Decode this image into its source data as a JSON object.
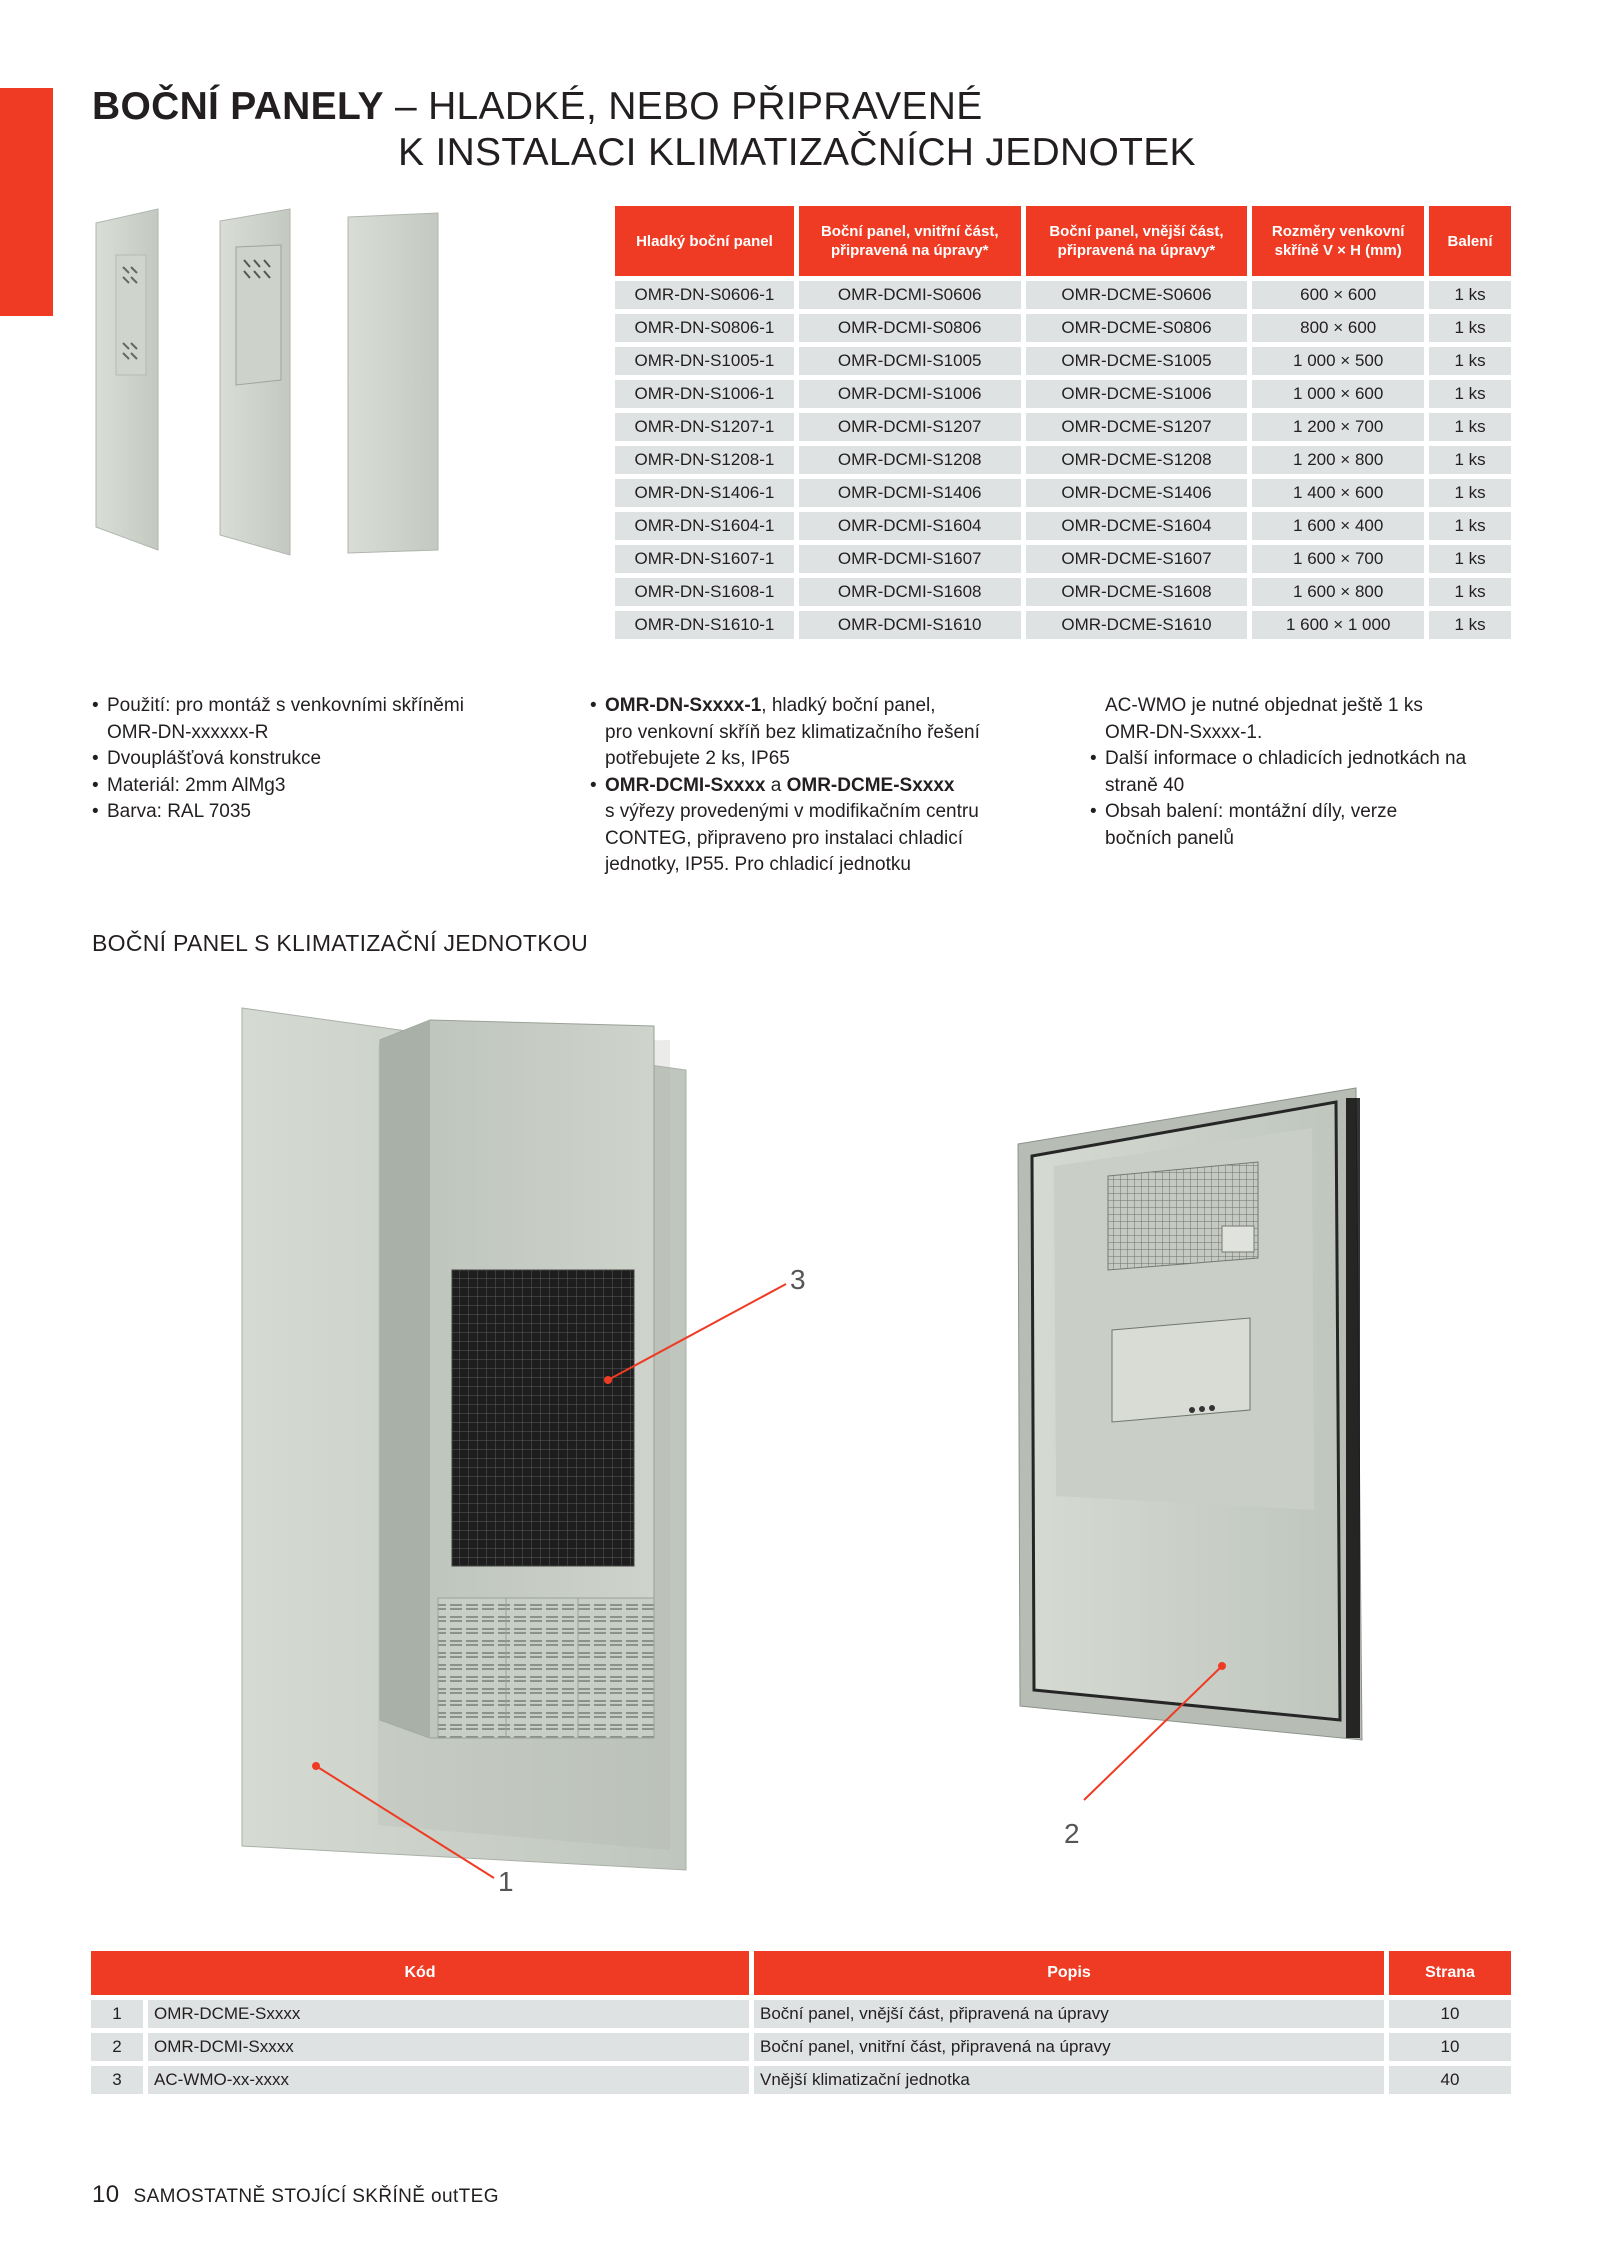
{
  "title": {
    "bold": "BOČNÍ PANELY",
    "rest": " – HLADKÉ, NEBO PŘIPRAVENÉ",
    "line2": "K INSTALACI KLIMATIZAČNÍCH JEDNOTEK"
  },
  "spec_table": {
    "headers": [
      "Hladký boční panel",
      "Boční panel, vnitřní část, připravená na úpravy*",
      "Boční panel, vnější část, připravená na úpravy*",
      "Rozměry venkovní skříně V × H (mm)",
      "Balení"
    ],
    "rows": [
      [
        "OMR-DN-S0606-1",
        "OMR-DCMI-S0606",
        "OMR-DCME-S0606",
        "600 × 600",
        "1 ks"
      ],
      [
        "OMR-DN-S0806-1",
        "OMR-DCMI-S0806",
        "OMR-DCME-S0806",
        "800 × 600",
        "1 ks"
      ],
      [
        "OMR-DN-S1005-1",
        "OMR-DCMI-S1005",
        "OMR-DCME-S1005",
        "1 000 × 500",
        "1 ks"
      ],
      [
        "OMR-DN-S1006-1",
        "OMR-DCMI-S1006",
        "OMR-DCME-S1006",
        "1 000 × 600",
        "1 ks"
      ],
      [
        "OMR-DN-S1207-1",
        "OMR-DCMI-S1207",
        "OMR-DCME-S1207",
        "1 200 × 700",
        "1 ks"
      ],
      [
        "OMR-DN-S1208-1",
        "OMR-DCMI-S1208",
        "OMR-DCME-S1208",
        "1 200 × 800",
        "1 ks"
      ],
      [
        "OMR-DN-S1406-1",
        "OMR-DCMI-S1406",
        "OMR-DCME-S1406",
        "1 400 × 600",
        "1 ks"
      ],
      [
        "OMR-DN-S1604-1",
        "OMR-DCMI-S1604",
        "OMR-DCME-S1604",
        "1 600 × 400",
        "1 ks"
      ],
      [
        "OMR-DN-S1607-1",
        "OMR-DCMI-S1607",
        "OMR-DCME-S1607",
        "1 600 × 700",
        "1 ks"
      ],
      [
        "OMR-DN-S1608-1",
        "OMR-DCMI-S1608",
        "OMR-DCME-S1608",
        "1 600 × 800",
        "1 ks"
      ],
      [
        "OMR-DN-S1610-1",
        "OMR-DCMI-S1610",
        "OMR-DCME-S1610",
        "1 600 × 1 000",
        "1 ks"
      ]
    ]
  },
  "bullets": {
    "col1": [
      {
        "text": "Použití: pro montáž s venkovními skříněmi"
      },
      {
        "text": "OMR-DN-xxxxxx-R"
      },
      {
        "text": "Dvouplášťová konstrukce"
      },
      {
        "text": "Materiál: 2mm AlMg3"
      },
      {
        "text": "Barva: RAL 7035"
      }
    ],
    "col2": {
      "b1_bold": "OMR-DN-Sxxxx-1",
      "b1_text": ", hladký boční panel,",
      "b1_l2": "pro venkovní skříň bez klimatizačního řešení",
      "b1_l3": "potřebujete 2 ks, IP65",
      "b2_bold1": "OMR-DCMI-Sxxxx",
      "b2_mid": " a ",
      "b2_bold2": "OMR-DCME-Sxxxx",
      "b2_l2": "s výřezy provedenými v modifikačním centru",
      "b2_l3": "CONTEG, připraveno pro instalaci chladicí",
      "b2_l4": "jednotky, IP55. Pro chladicí jednotku"
    },
    "col3": {
      "l1": "AC-WMO je nutné objednat ještě 1 ks",
      "l2": "OMR-DN-Sxxxx-1.",
      "b2": "Další informace o chladicích jednotkách na",
      "b2_l2": "straně 40",
      "b3": "Obsah balení: montážní díly, verze",
      "b3_l2": "bočních panelů"
    }
  },
  "section_title": "BOČNÍ PANEL S KLIMATIZAČNÍ JEDNOTKOU",
  "callouts": {
    "c1": "1",
    "c2": "2",
    "c3": "3"
  },
  "parts_table": {
    "headers": {
      "code": "Kód",
      "desc": "Popis",
      "page": "Strana"
    },
    "rows": [
      {
        "num": "1",
        "code": "OMR-DCME-Sxxxx",
        "desc": "Boční panel, vnější část, připravená na úpravy",
        "page": "10"
      },
      {
        "num": "2",
        "code": "OMR-DCMI-Sxxxx",
        "desc": "Boční panel, vnitřní část, připravená na úpravy",
        "page": "10"
      },
      {
        "num": "3",
        "code": "AC-WMO-xx-xxxx",
        "desc": "Vnější klimatizační jednotka",
        "page": "40"
      }
    ]
  },
  "footer": {
    "page_number": "10",
    "text": "SAMOSTATNĚ STOJÍCÍ SKŘÍNĚ outTEG"
  },
  "colors": {
    "accent": "#ef3b24",
    "cell": "#dfe2e2",
    "panel": "#c9cfc6"
  }
}
